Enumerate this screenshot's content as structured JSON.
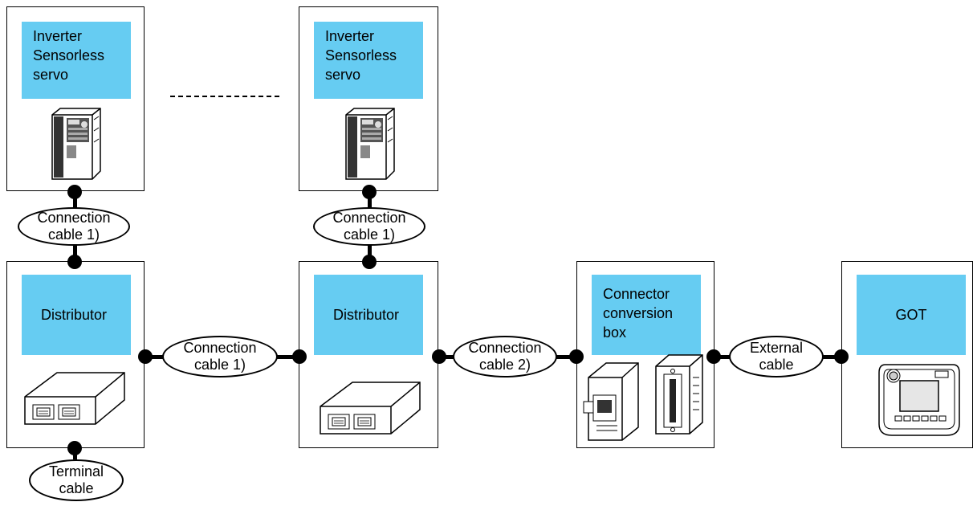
{
  "devices": {
    "inverter_1": {
      "label": "Inverter\nSensorless\nservo"
    },
    "inverter_2": {
      "label": "Inverter\nSensorless\nservo"
    },
    "distributor_1": {
      "label": "Distributor"
    },
    "distributor_2": {
      "label": "Distributor"
    },
    "connector_box": {
      "label": "Connector\nconversion\nbox"
    },
    "got": {
      "label": "GOT"
    }
  },
  "cables": {
    "conn_1_top_left": "Connection\ncable 1)",
    "conn_1_top_right": "Connection\ncable 1)",
    "conn_1_middle": "Connection\ncable 1)",
    "conn_2": "Connection\ncable 2)",
    "external": "External\ncable",
    "terminal": "Terminal\ncable"
  },
  "colors": {
    "label_fill": "#66ccf2",
    "line": "#000000"
  },
  "icons": [
    "inverter-icon",
    "distributor-icon",
    "connector-conversion-box-icon",
    "got-panel-icon"
  ]
}
